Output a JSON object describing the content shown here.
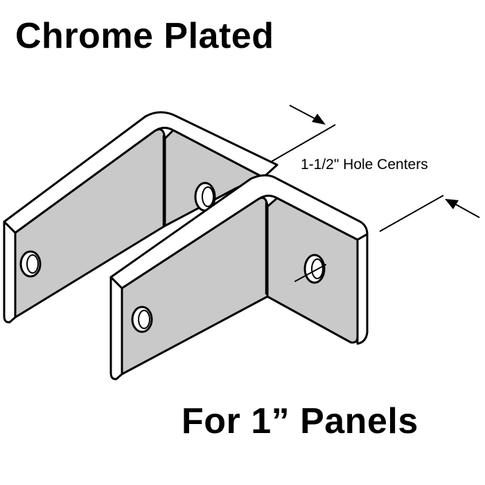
{
  "heading": "Chrome Plated",
  "footer": "For 1” Panels",
  "dimension_label": "1-1/2\" Hole Centers",
  "colors": {
    "ink": "#000000",
    "face": "#c9c9c9",
    "edge": "#ffffff",
    "background": "#ffffff"
  }
}
